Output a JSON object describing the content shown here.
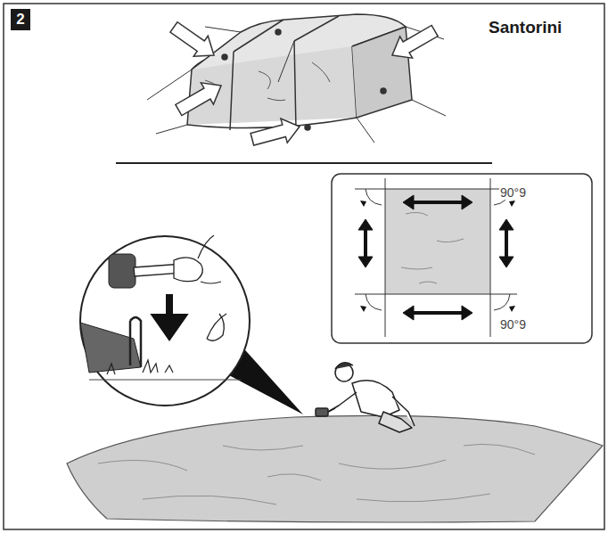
{
  "diagram": {
    "title": "Santorini",
    "nodes": [
      {
        "text": [
          "2"
        ]
      }
    ],
    "labels": [
      "90°9",
      "90°9"
    ]
  }
}
